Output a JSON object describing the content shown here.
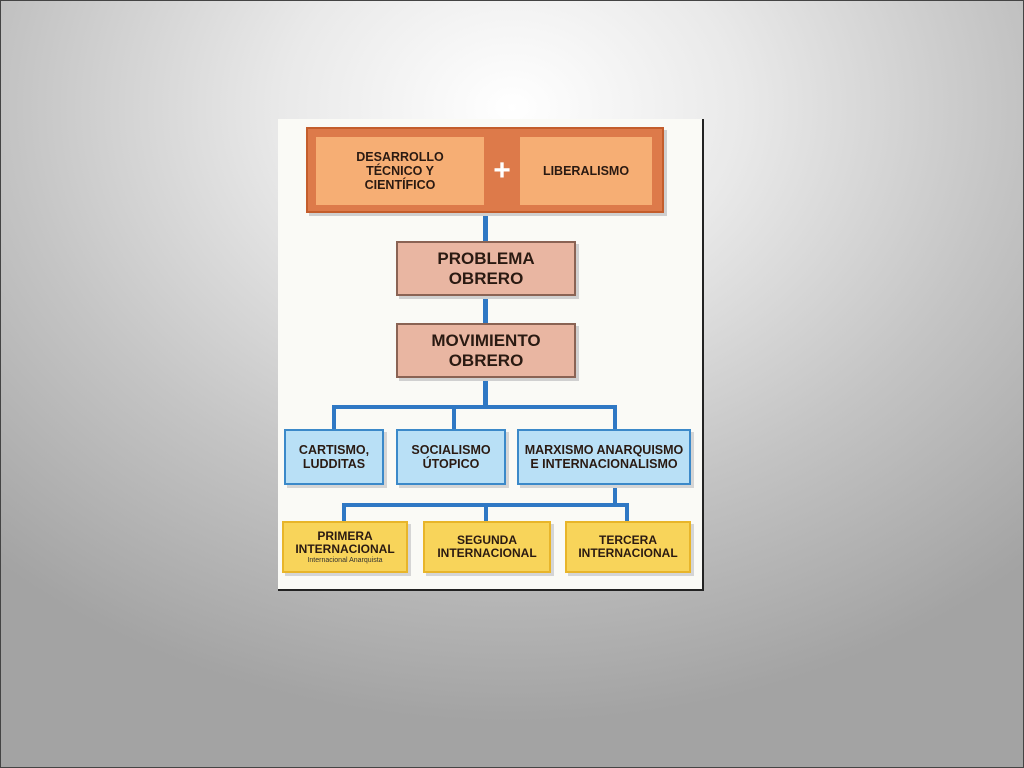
{
  "diagram": {
    "top": {
      "left_label": "DESARROLLO TÉCNICO Y CIENTÍFICO",
      "plus": "+",
      "right_label": "LIBERALISMO"
    },
    "problema": "PROBLEMA OBRERO",
    "movimiento": "MOVIMIENTO OBRERO",
    "corrientes": [
      "CARTISMO, LUDDITAS",
      "SOCIALISMO ÚTOPICO",
      "MARXISMO ANARQUISMO E INTERNACIONALISMO"
    ],
    "internacionales": [
      {
        "label": "PRIMERA INTERNACIONAL",
        "sublabel": "Internacional Anarquista"
      },
      {
        "label": "SEGUNDA INTERNACIONAL"
      },
      {
        "label": "TERCERA INTERNACIONAL"
      }
    ],
    "colors": {
      "top_outer": "#dd7a4a",
      "top_inner": "#f6ae74",
      "mid": "#e9b6a2",
      "blue": "#b9e0f6",
      "yellow": "#f8d45a",
      "connector": "#2f78c4"
    }
  }
}
